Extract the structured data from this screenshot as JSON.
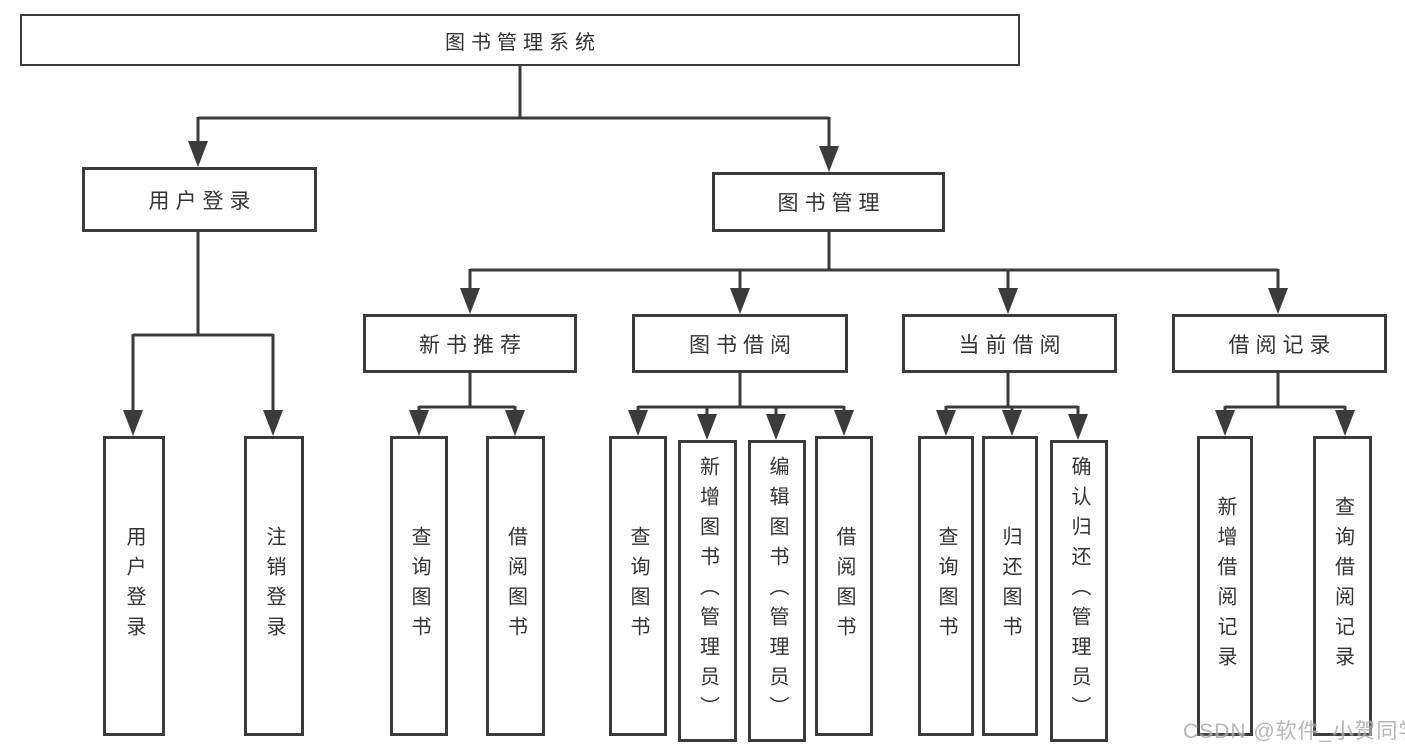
{
  "diagram": {
    "root": {
      "label": "图书管理系统"
    },
    "level2": [
      {
        "label": "用户登录"
      },
      {
        "label": "图书管理"
      }
    ],
    "level3": [
      {
        "label": "新书推荐"
      },
      {
        "label": "图书借阅"
      },
      {
        "label": "当前借阅"
      },
      {
        "label": "借阅记录"
      }
    ],
    "leaves": [
      {
        "label": "用户登录"
      },
      {
        "label": "注销登录"
      },
      {
        "label": "查询图书"
      },
      {
        "label": "借阅图书"
      },
      {
        "label": "查询图书"
      },
      {
        "label": "新增图书（管理员）"
      },
      {
        "label": "编辑图书（管理员）"
      },
      {
        "label": "借阅图书"
      },
      {
        "label": "查询图书"
      },
      {
        "label": "归还图书"
      },
      {
        "label": "确认归还（管理员）"
      },
      {
        "label": "新增借阅记录"
      },
      {
        "label": "查询借阅记录"
      }
    ]
  },
  "watermark": {
    "text": "CSDN @软件_小贺同学"
  },
  "colors": {
    "line": "#3b3b3b",
    "text": "#333333",
    "background": "#ffffff",
    "watermark": "#ababab"
  }
}
